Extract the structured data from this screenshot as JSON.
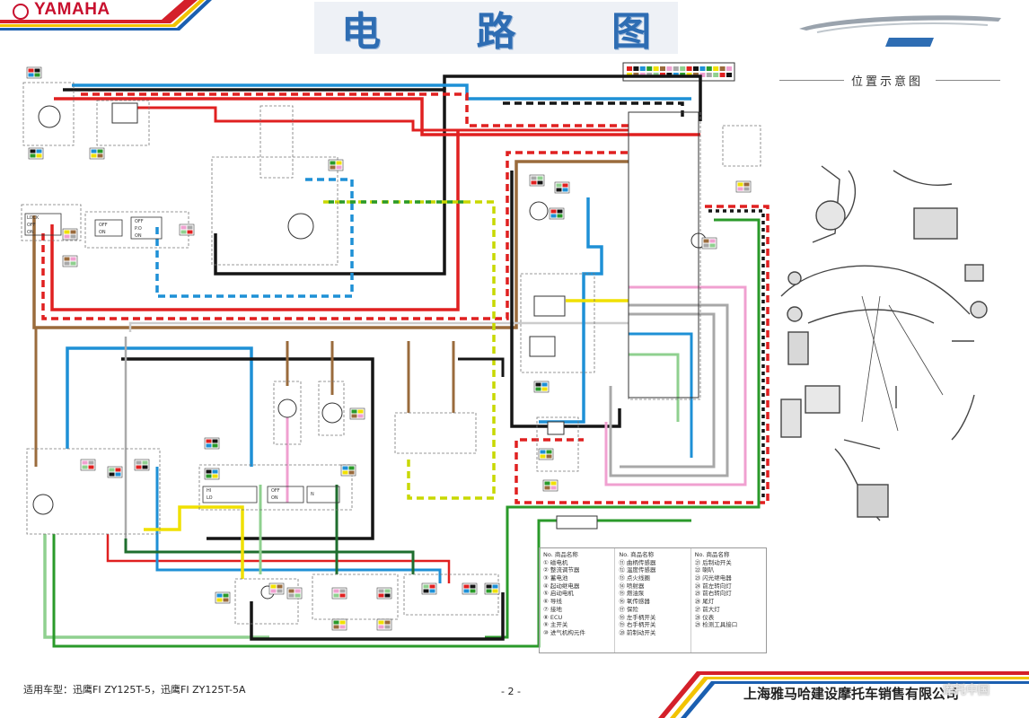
{
  "header": {
    "brand": "YAMAHA",
    "title_chars": [
      "电",
      "路",
      "图"
    ],
    "location_title": "位置示意图"
  },
  "switch_labels": {
    "main_switch": [
      "LOCK",
      "OFF",
      "ON"
    ],
    "headlight_switch": [
      "OFF",
      "ON"
    ],
    "dimmer_switch": [
      "OFF",
      "P.O",
      "ON"
    ],
    "horn_box": [
      "HI",
      "LO"
    ],
    "engine_switch": [
      "OFF",
      "ON"
    ],
    "turn_box": [
      "N"
    ]
  },
  "legend": {
    "columns": [
      {
        "header": "No.  商品名称",
        "items": [
          "① 磁电机",
          "② 整流调节器",
          "③ 蓄电池",
          "④ 起动继电器",
          "⑤ 启动电机",
          "⑥ 导线",
          "⑦ 接地",
          "⑧ ECU",
          "⑨ 主开关",
          "⑩ 进气机构元件"
        ]
      },
      {
        "header": "No.  商品名称",
        "items": [
          "⑪ 曲柄传感器",
          "⑫ 温度传感器",
          "⑬ 点火线圈",
          "⑭ 喷射器",
          "⑮ 燃油泵",
          "⑯ 氧传感器",
          "⑰ 保险",
          "⑱ 左手柄开关",
          "⑲ 右手柄开关",
          "⑳ 前制动开关"
        ]
      },
      {
        "header": "No.  商品名称",
        "items": [
          "㉑ 后制动开关",
          "㉒ 喇叭",
          "㉓ 闪光继电器",
          "㉔ 前左转向灯",
          "㉕ 前右转向灯",
          "㉖ 尾灯",
          "㉗ 前大灯",
          "㉘ 仪表",
          "㉙ 检测工具接口"
        ]
      }
    ]
  },
  "footer": {
    "models": "适用车型：迅鹰FI ZY125T-5，迅鹰FI ZY125T-5A",
    "page": "- 2 -",
    "company": "上海雅马哈建设摩托车销售有限公司",
    "watermark": "摩托中国"
  },
  "colors": {
    "red": "#e02020",
    "black": "#151515",
    "blue": "#1e90d6",
    "brown": "#9a6b3c",
    "green": "#2a9a2a",
    "light_green": "#8fd08f",
    "yellow": "#f0e000",
    "pink": "#f0a0d0",
    "gray": "#a8a8a8",
    "white": "#ffffff",
    "stripe_red": "#d4202a",
    "stripe_yellow": "#f2c300",
    "stripe_blue": "#1b5fb0"
  }
}
